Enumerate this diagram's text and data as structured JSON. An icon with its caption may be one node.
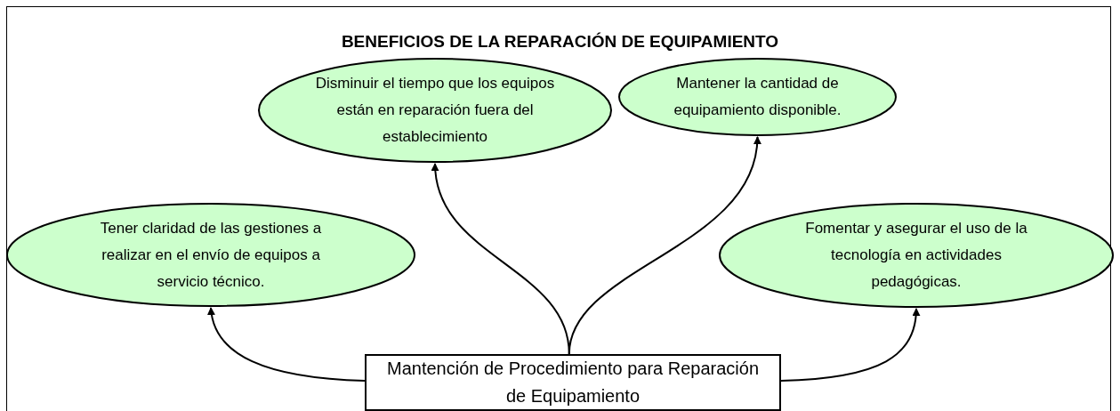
{
  "diagram": {
    "title": "BENEFICIOS DE LA REPARACIÓN DE EQUIPAMIENTO",
    "nodes": [
      {
        "text": [
          "Disminuir el tiempo que los equipos están en reparación fuera del establecimiento"
        ]
      },
      {
        "text": [
          "Mantener la cantidad de equipamiento disponible."
        ]
      },
      {
        "text": [
          "Tener claridad de las gestiones a realizar en el envío de equipos a servicio técnico."
        ]
      },
      {
        "text": [
          "Fomentar y asegurar el uso de la tecnología en actividades pedagógicas."
        ]
      },
      {
        "text": [
          "Mantención de Procedimiento para Reparación de Equipamiento"
        ]
      }
    ],
    "edges": [
      {
        "from": 4,
        "to": 2,
        "arrow": "to"
      },
      {
        "from": 4,
        "to": 0,
        "arrow": "to"
      },
      {
        "from": 4,
        "to": 1,
        "arrow": "to"
      },
      {
        "from": 4,
        "to": 3,
        "arrow": "to"
      }
    ]
  }
}
